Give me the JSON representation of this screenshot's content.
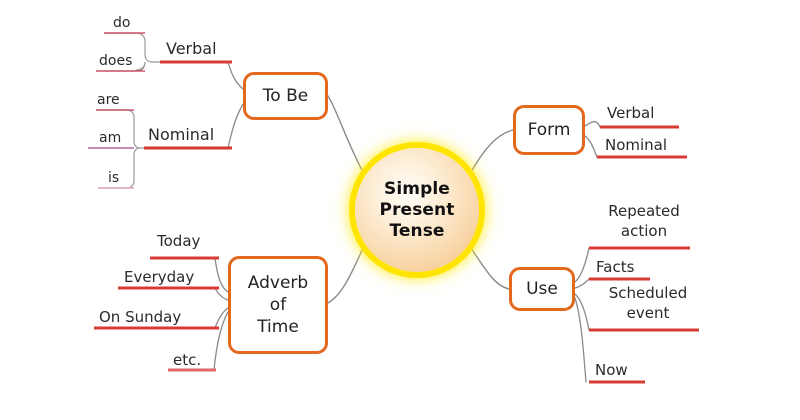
{
  "diagram": {
    "title": "Simple Present Tense",
    "type": "mind-map",
    "colors": {
      "branch_box_border": "#e2691f",
      "center_ring": "#ffe400",
      "center_fill": "#fadfb9",
      "connector": "#8a8a8a",
      "underline_primary": "#d93a36",
      "underline_secondary": "#c8566f"
    },
    "center": {
      "lines": [
        "Simple",
        "Present",
        "Tense"
      ]
    },
    "branches": [
      {
        "id": "to-be",
        "label": "To Be",
        "lines": [
          "To Be"
        ],
        "children": [
          {
            "label": "Verbal",
            "items": [
              "do",
              "does"
            ]
          },
          {
            "label": "Nominal",
            "items": [
              "are",
              "am",
              "is"
            ]
          }
        ]
      },
      {
        "id": "adverb-of-time",
        "label": "Adverb of Time",
        "lines": [
          "Adverb",
          "of",
          "Time"
        ],
        "children": [
          {
            "label": "Today",
            "items": []
          },
          {
            "label": "Everyday",
            "items": []
          },
          {
            "label": "On Sunday",
            "items": []
          },
          {
            "label": "etc.",
            "items": []
          }
        ]
      },
      {
        "id": "form",
        "label": "Form",
        "lines": [
          "Form"
        ],
        "children": [
          {
            "label": "Verbal",
            "items": []
          },
          {
            "label": "Nominal",
            "items": []
          }
        ]
      },
      {
        "id": "use",
        "label": "Use",
        "lines": [
          "Use"
        ],
        "children": [
          {
            "label": "Repeated action",
            "lines": [
              "Repeated",
              "action"
            ],
            "items": []
          },
          {
            "label": "Facts",
            "lines": [
              "Facts"
            ],
            "items": []
          },
          {
            "label": "Scheduled event",
            "lines": [
              "Scheduled",
              "event"
            ],
            "items": []
          },
          {
            "label": "Now",
            "lines": [
              "Now"
            ],
            "items": []
          }
        ]
      }
    ]
  }
}
